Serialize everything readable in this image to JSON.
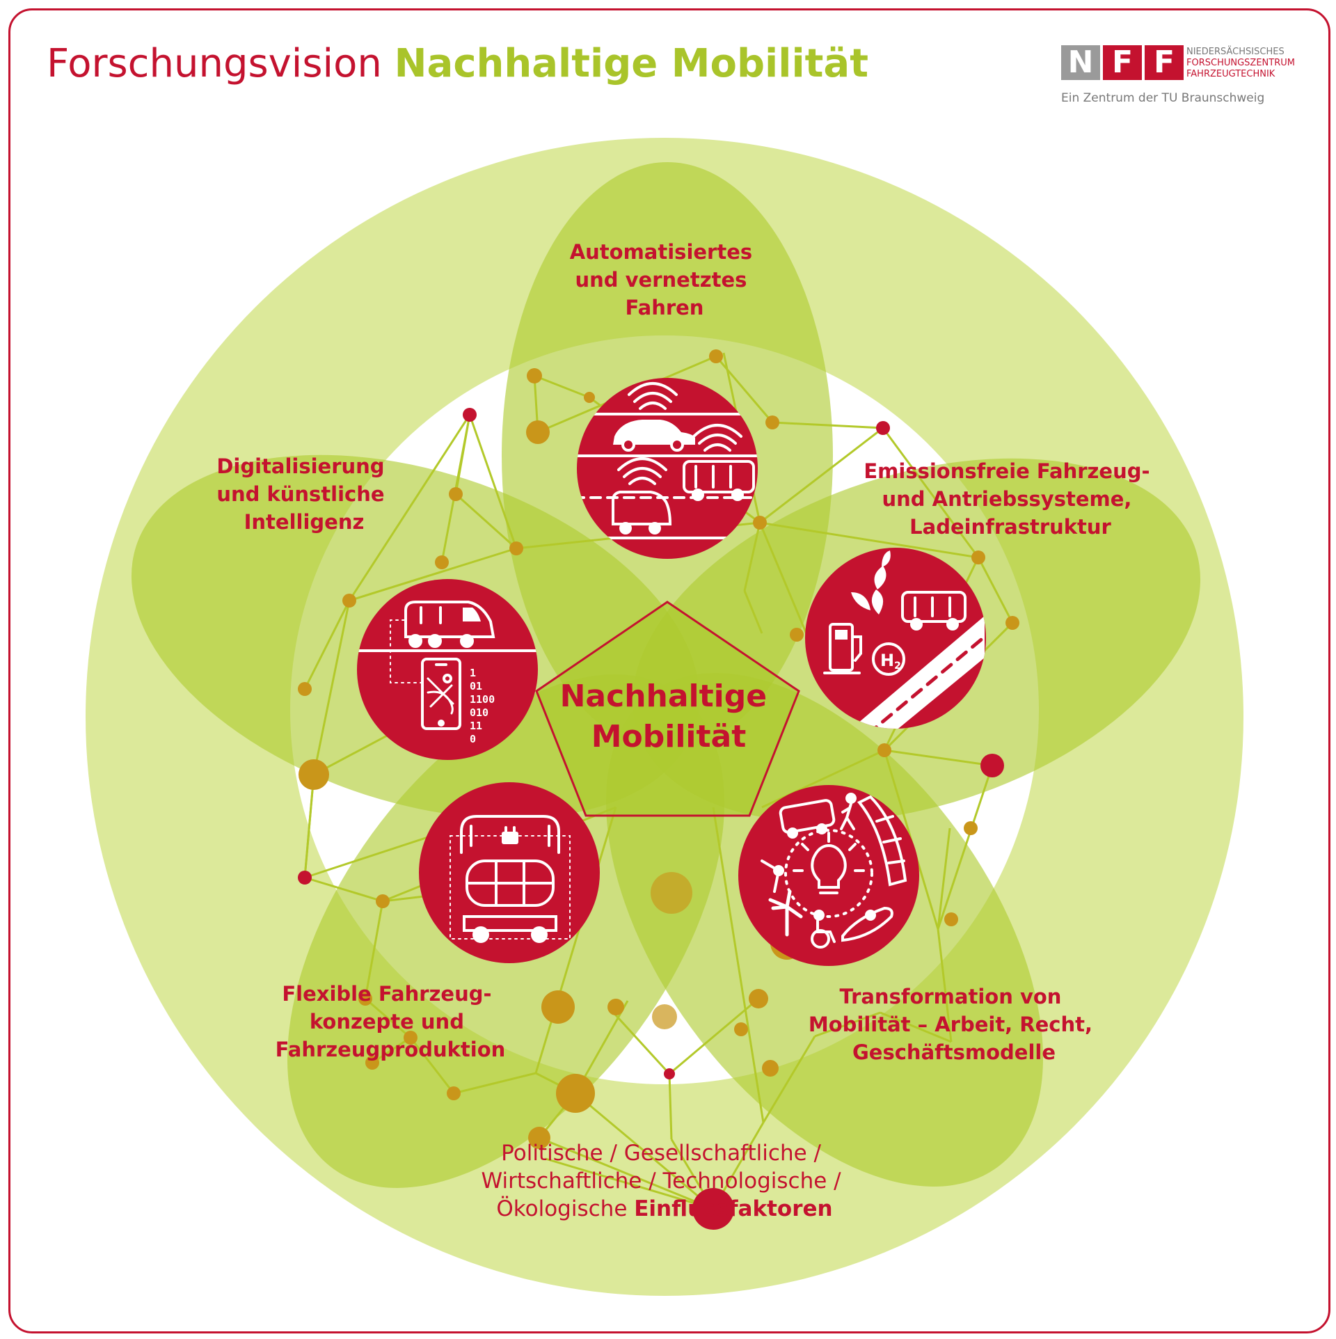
{
  "header": {
    "title_part1": "Forschungsvision",
    "title_part2": "Nachhaltige Mobilität"
  },
  "logo": {
    "letters": [
      "N",
      "F",
      "F"
    ],
    "lines": [
      "NIEDERSÄCHSISCHES",
      "FORSCHUNGSZENTRUM",
      "FAHRZEUGTECHNIK"
    ],
    "subtitle": "Ein Zentrum der TU Braunschweig"
  },
  "center": {
    "lines": [
      "Nachhaltige",
      "Mobilität"
    ]
  },
  "petals": [
    {
      "id": "automated",
      "lines": [
        "Automatisiertes",
        "und vernetztes",
        "Fahren"
      ],
      "icon": "connected-vehicles-icon"
    },
    {
      "id": "emission",
      "lines": [
        "Emissionsfreie Fahrzeug-",
        "und Antriebssysteme,",
        "Ladeinfrastruktur"
      ],
      "icon": "hydrogen-charging-icon"
    },
    {
      "id": "transformation",
      "lines": [
        "Transformation von",
        "Mobilität – Arbeit, Recht,",
        "Geschäftsmodelle"
      ],
      "icon": "mobility-transformation-icon"
    },
    {
      "id": "flexible",
      "lines": [
        "Flexible Fahrzeug-",
        "konzepte und",
        "Fahrzeugproduktion"
      ],
      "icon": "modular-vehicle-icon"
    },
    {
      "id": "digital",
      "lines": [
        "Digitalisierung",
        "und künstliche",
        "Intelligenz"
      ],
      "icon": "digital-train-phone-icon"
    }
  ],
  "binary_code": [
    "1",
    "01",
    "1100",
    "010",
    "11",
    "0"
  ],
  "hydrogen_label": "H",
  "hydrogen_subscript": "2",
  "factors": {
    "line1": "Politische / Gesellschaftliche /",
    "line2": "Wirtschaftliche / Technologische /",
    "line3_regular": "Ökologische ",
    "line3_bold": "Einflussfaktoren"
  },
  "colors": {
    "brand_red": "#c4122f",
    "light_green": "#dce99a",
    "petal_green": "#aecb30",
    "node_olive": "#c9961a"
  }
}
